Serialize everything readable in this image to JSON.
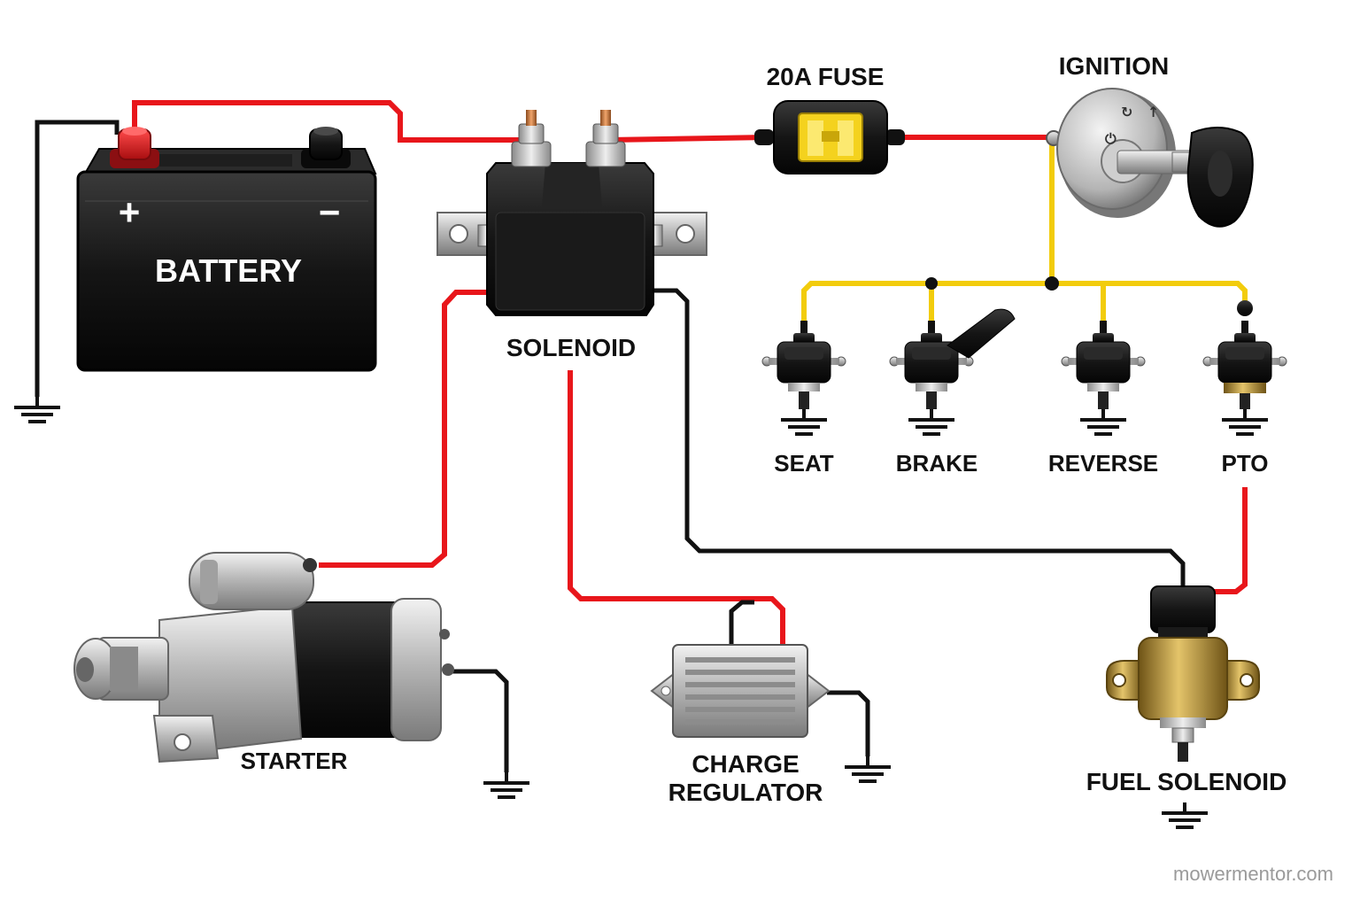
{
  "labels": {
    "battery": "BATTERY",
    "battery_plus": "+",
    "battery_minus": "−",
    "solenoid": "SOLENOID",
    "fuse": "20A FUSE",
    "ignition": "IGNITION",
    "seat": "SEAT",
    "brake": "BRAKE",
    "reverse": "REVERSE",
    "pto": "PTO",
    "starter": "STARTER",
    "charge_regulator_line1": "CHARGE",
    "charge_regulator_line2": "REGULATOR",
    "fuel_solenoid": "FUEL SOLENOID"
  },
  "watermark": "mowermentor.com",
  "colors": {
    "positive_wire": "#e8161b",
    "ground_wire": "#111111",
    "switch_wire": "#f2cc0c",
    "fuse_element": "#f4d21e",
    "fuel_solenoid_body": "#b08a2e",
    "terminal_red": "#d81d20"
  },
  "icons": [
    "battery-icon",
    "solenoid-icon",
    "fuse-icon",
    "ignition-switch-icon",
    "key-icon",
    "plunger-switch-icon",
    "starter-motor-icon",
    "charge-regulator-icon",
    "fuel-solenoid-icon",
    "ground-symbol-icon"
  ]
}
